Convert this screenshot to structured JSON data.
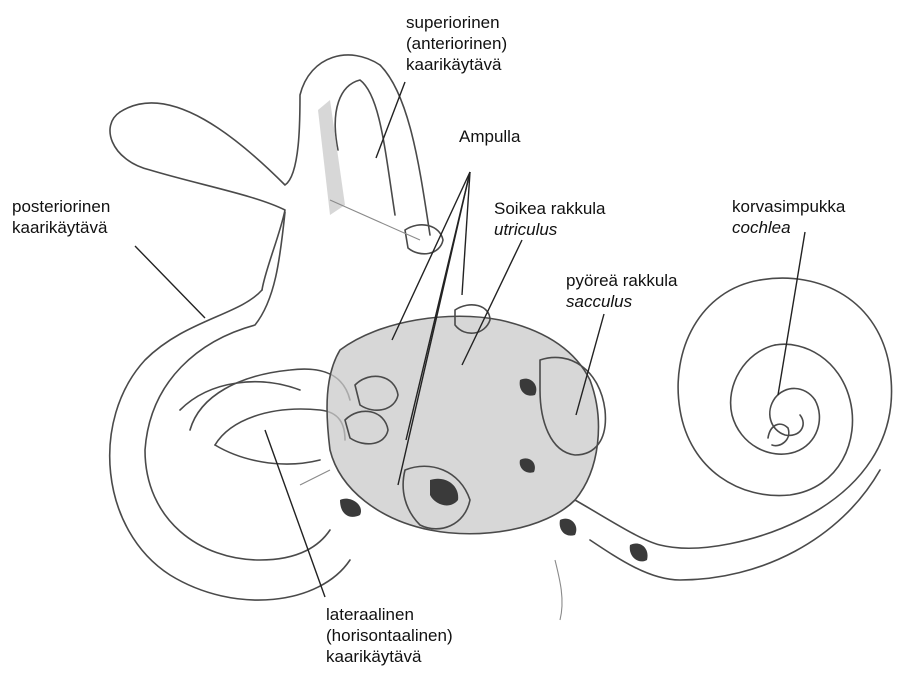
{
  "labels": {
    "superior": {
      "line1": "superiorinen",
      "line2": "(anteriorinen)",
      "line3": "kaarikäytävä"
    },
    "ampulla": {
      "line1": "Ampulla"
    },
    "posterior": {
      "line1": "posteriorinen",
      "line2": "kaarikäytävä"
    },
    "utriculus": {
      "line1": "Soikea rakkula",
      "line2": "utriculus"
    },
    "cochlea": {
      "line1": "korvasimpukka",
      "line2": "cochlea"
    },
    "sacculus": {
      "line1": "pyöreä rakkula",
      "line2": "sacculus"
    },
    "lateral": {
      "line1": "lateraalinen",
      "line2": "(horisontaalinen)",
      "line3": "kaarikäytävä"
    }
  },
  "colors": {
    "text": "#111111",
    "pencil": "#4a4a4a",
    "shading": "#c9c9c9",
    "background": "#ffffff"
  }
}
